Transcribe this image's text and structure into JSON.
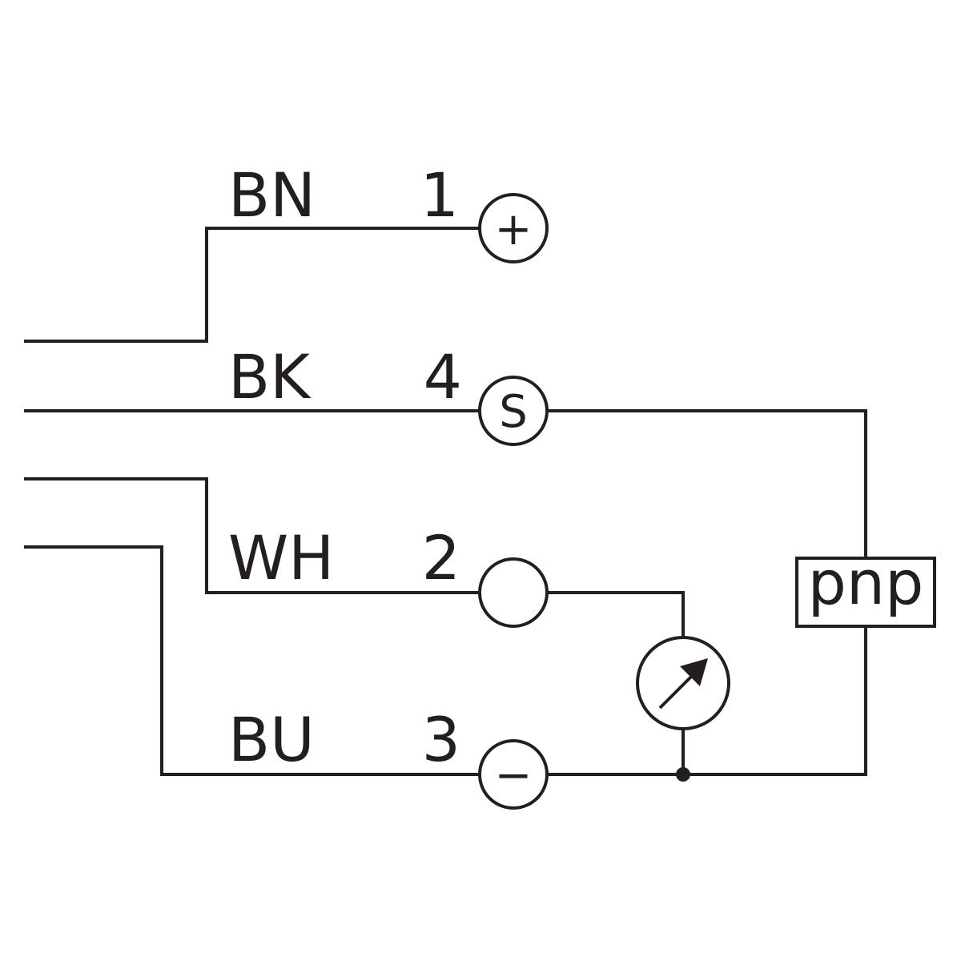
{
  "wires": [
    {
      "color_code": "BN",
      "pin": "1",
      "terminal_symbol": "+"
    },
    {
      "color_code": "BK",
      "pin": "4",
      "terminal_symbol": "S"
    },
    {
      "color_code": "WH",
      "pin": "2",
      "terminal_symbol": ""
    },
    {
      "color_code": "BU",
      "pin": "3",
      "terminal_symbol": "−"
    }
  ],
  "output_box": {
    "label": "pnp"
  },
  "meter": {
    "icon": "adjustable-meter-icon"
  },
  "colors": {
    "line": "#231f20",
    "background": "#ffffff"
  }
}
